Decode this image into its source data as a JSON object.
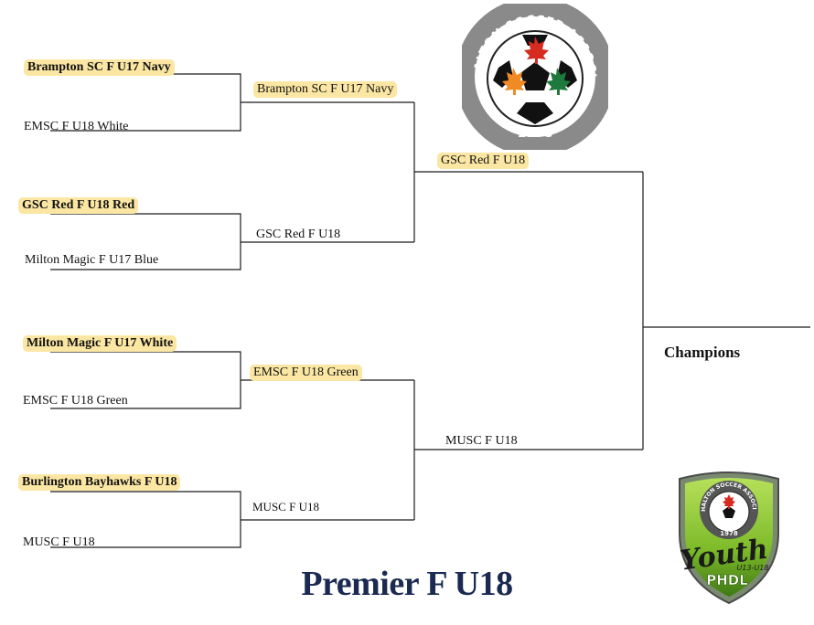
{
  "bracket": {
    "round1": [
      {
        "name": "Brampton SC F U17 Navy",
        "winner": true
      },
      {
        "name": "EMSC F U18 White",
        "winner": false
      },
      {
        "name": "GSC Red F U18 Red",
        "winner": true
      },
      {
        "name": "Milton Magic F U17 Blue",
        "winner": false
      },
      {
        "name": "Milton Magic F U17 White",
        "winner": true
      },
      {
        "name": "EMSC F U18 Green",
        "winner": false
      },
      {
        "name": "Burlington Bayhawks F U18",
        "winner": true
      },
      {
        "name": "MUSC F U18",
        "winner": false
      }
    ],
    "round2": [
      {
        "name": "Brampton SC F U17 Navy",
        "winner": false
      },
      {
        "name": "GSC Red F U18",
        "winner": false
      },
      {
        "name": "EMSC F U18 Green",
        "winner": false
      },
      {
        "name": "MUSC F U18",
        "winner": false
      }
    ],
    "round3": [
      {
        "name": "GSC Red F U18",
        "winner": false
      },
      {
        "name": "MUSC F U18",
        "winner": false
      }
    ],
    "champions_label": "Champions"
  },
  "title": "Premier F U18",
  "logo_top": {
    "ring_text": "PEEL HALTON SOCCER ASSOCIATION",
    "year": "1978"
  },
  "logo_bottom": {
    "ring_text": "PEEL HALTON SOCCER ASSOCIATION",
    "year": "1978",
    "word": "Youth",
    "sub": "U13-U18",
    "league": "PHDL"
  },
  "colors": {
    "highlight": "#fbe7a3",
    "title": "#1b2a52",
    "logo_green": "#7dbb2a",
    "maple_red": "#d62b1f",
    "maple_orange": "#f08a24",
    "maple_green": "#1e7a3c"
  }
}
